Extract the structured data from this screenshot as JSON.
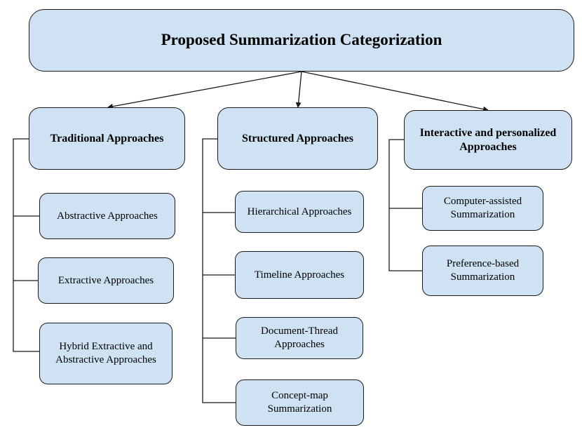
{
  "diagram": {
    "title": "Proposed Summarization Categorization",
    "categories": [
      {
        "label": "Traditional Approaches",
        "children": [
          "Abstractive Approaches",
          "Extractive Approaches",
          "Hybrid Extractive and\nAbstractive Approaches"
        ]
      },
      {
        "label": "Structured Approaches",
        "children": [
          "Hierarchical Approaches",
          "Timeline Approaches",
          "Document-Thread\nApproaches",
          "Concept-map\nSummarization"
        ]
      },
      {
        "label": "Interactive and personalized\nApproaches",
        "children": [
          "Computer-assisted\nSummarization",
          "Preference-based\nSummarization"
        ]
      }
    ]
  },
  "colors": {
    "box_fill": "#cfe2f3",
    "box_border": "#1a1a1a",
    "line": "#1a1a1a"
  }
}
